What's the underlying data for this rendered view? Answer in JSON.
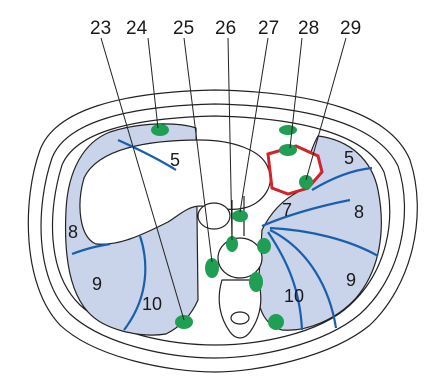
{
  "top_labels": [
    "23",
    "24",
    "25",
    "26",
    "27",
    "28",
    "29"
  ],
  "segment_labels": {
    "right_upper_5": "5",
    "right_lateral_8": "8",
    "right_posterior_9": "9",
    "right_posteromedial_10": "10",
    "left_anterior_5": "5",
    "left_7": "7",
    "left_8": "8",
    "left_9": "9",
    "left_10": "10"
  },
  "colors": {
    "lung_fill": "#c9d3ea",
    "segment_line": "#1a5fad",
    "lymph_node": "#1f9e54",
    "highlight_outline": "#d0232a",
    "outline": "#222222"
  }
}
